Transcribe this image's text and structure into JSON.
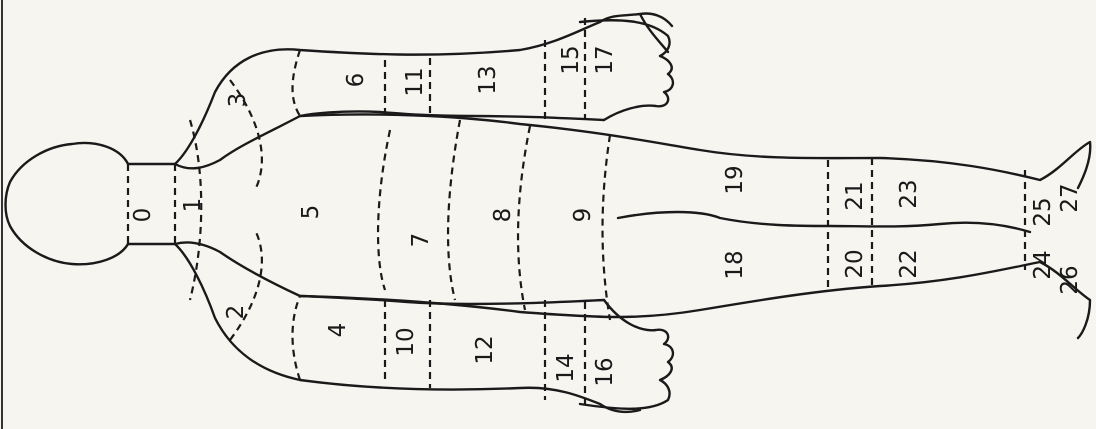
{
  "diagram": {
    "regions": [
      {
        "id": "0",
        "label": "0"
      },
      {
        "id": "1",
        "label": "1"
      },
      {
        "id": "2",
        "label": "2"
      },
      {
        "id": "3",
        "label": "3"
      },
      {
        "id": "4",
        "label": "4"
      },
      {
        "id": "5",
        "label": "5"
      },
      {
        "id": "6",
        "label": "6"
      },
      {
        "id": "7",
        "label": "7"
      },
      {
        "id": "8",
        "label": "8"
      },
      {
        "id": "9",
        "label": "9"
      },
      {
        "id": "10",
        "label": "10"
      },
      {
        "id": "11",
        "label": "11"
      },
      {
        "id": "12",
        "label": "12"
      },
      {
        "id": "13",
        "label": "13"
      },
      {
        "id": "14",
        "label": "14"
      },
      {
        "id": "15",
        "label": "15"
      },
      {
        "id": "16",
        "label": "16"
      },
      {
        "id": "17",
        "label": "17"
      },
      {
        "id": "18",
        "label": "18"
      },
      {
        "id": "19",
        "label": "19"
      },
      {
        "id": "20",
        "label": "20"
      },
      {
        "id": "21",
        "label": "21"
      },
      {
        "id": "22",
        "label": "22"
      },
      {
        "id": "23",
        "label": "23"
      },
      {
        "id": "24",
        "label": "24"
      },
      {
        "id": "25",
        "label": "25"
      },
      {
        "id": "26",
        "label": "26"
      },
      {
        "id": "27",
        "label": "27"
      }
    ]
  }
}
